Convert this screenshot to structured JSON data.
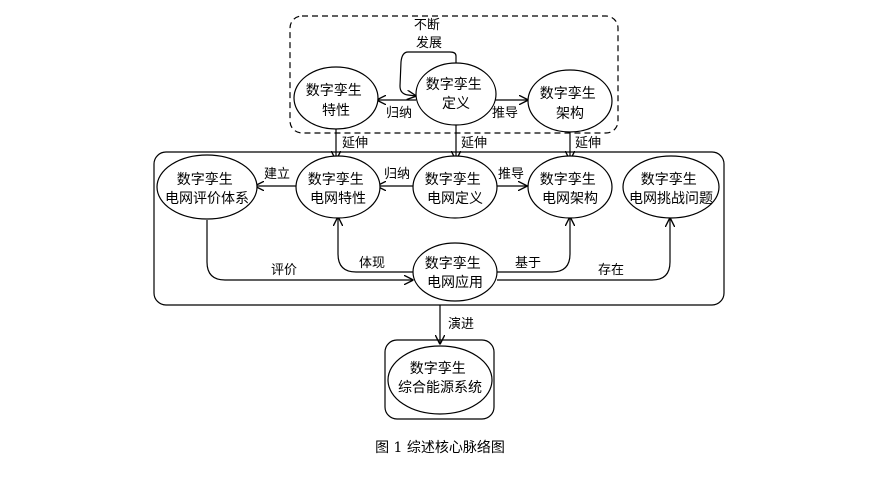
{
  "nodes": {
    "twin_properties": [
      "数字孪生",
      "特性"
    ],
    "twin_definition": [
      "数字孪生",
      "定义"
    ],
    "twin_architecture": [
      "数字孪生",
      "架构"
    ],
    "grid_eval_system": [
      "数字孪生",
      "电网评价体系"
    ],
    "grid_properties": [
      "数字孪生",
      "电网特性"
    ],
    "grid_definition": [
      "数字孪生",
      "电网定义"
    ],
    "grid_architecture": [
      "数字孪生",
      "电网架构"
    ],
    "grid_challenges": [
      "数字孪生",
      "电网挑战问题"
    ],
    "grid_application": [
      "数字孪生",
      "电网应用"
    ],
    "integrated_energy": [
      "数字孪生",
      "综合能源系统"
    ]
  },
  "edges": {
    "continuous_development": [
      "不断",
      "发展"
    ],
    "induce_top": "归纳",
    "derive_top": "推导",
    "extend_left": "延伸",
    "extend_middle": "延伸",
    "extend_right": "延伸",
    "establish": "建立",
    "induce_mid": "归纳",
    "derive_mid": "推导",
    "evaluate": "评价",
    "embody": "体现",
    "based_on": "基于",
    "exist": "存在",
    "evolve": "演进"
  },
  "caption": "图 1 综述核心脉络图"
}
